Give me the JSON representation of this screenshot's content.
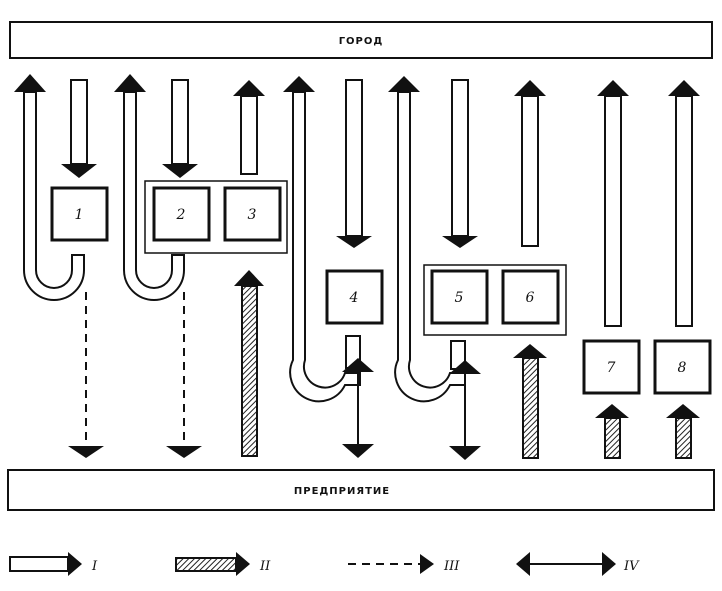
{
  "diagram": {
    "top_bar_label": "ГОРОД",
    "bottom_bar_label": "ПРЕДПРИЯТИЕ",
    "boxes": [
      "1",
      "2",
      "3",
      "4",
      "5",
      "6",
      "7",
      "8"
    ],
    "legend": [
      "I",
      "II",
      "III",
      "IV"
    ]
  }
}
